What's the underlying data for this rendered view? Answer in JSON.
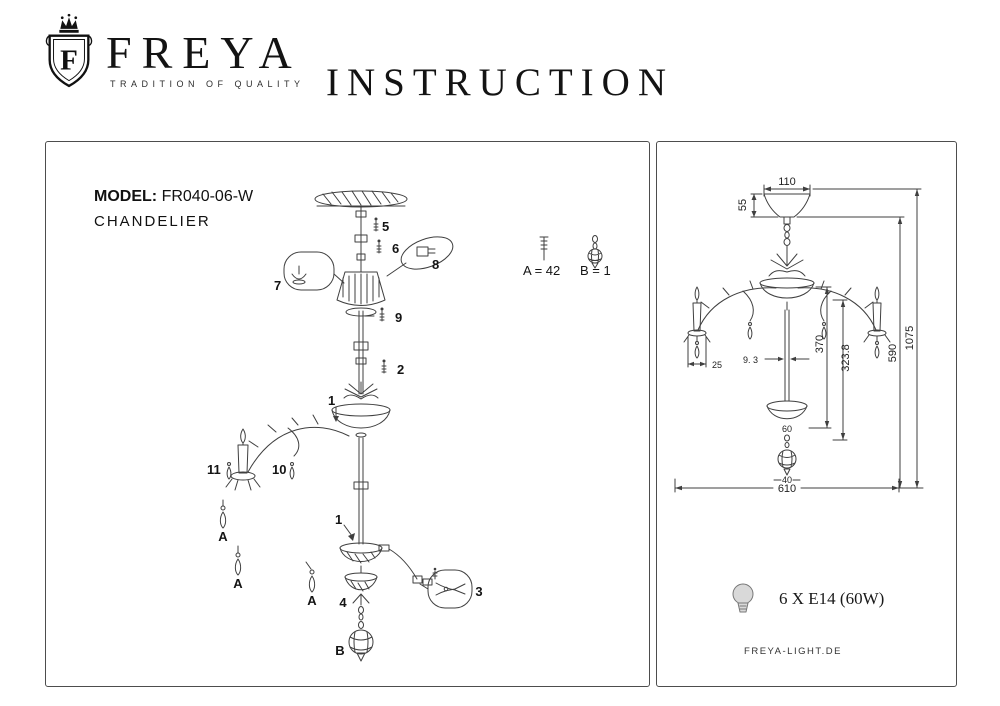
{
  "header": {
    "brand": "FREYA",
    "tagline": "TRADITION OF QUALITY",
    "logo_letter": "F",
    "title": "INSTRUCTION"
  },
  "left_panel": {
    "model_label": "MODEL:",
    "model_value": "FR040-06-W",
    "product_type": "CHANDELIER",
    "legend": {
      "a": "A = 42",
      "b": "B = 1"
    },
    "callouts": {
      "n1": "1",
      "n2": "2",
      "n3": "3",
      "n4": "4",
      "n5": "5",
      "n6": "6",
      "n7": "7",
      "n8": "8",
      "n9": "9",
      "n10": "10",
      "n11": "11",
      "a": "A",
      "b": "B"
    }
  },
  "right_panel": {
    "dims": {
      "top_width": "110",
      "canopy_height": "55",
      "candle_width": "25",
      "tube": "9. 3",
      "inner_height": "370",
      "mid_height": "323.8",
      "body_height": "590",
      "total_height": "1075",
      "hub": "60",
      "ball": "40",
      "total_width": "610"
    },
    "lamp_spec": "6 X E14 (60W)",
    "website": "FREYA-LIGHT.DE"
  }
}
